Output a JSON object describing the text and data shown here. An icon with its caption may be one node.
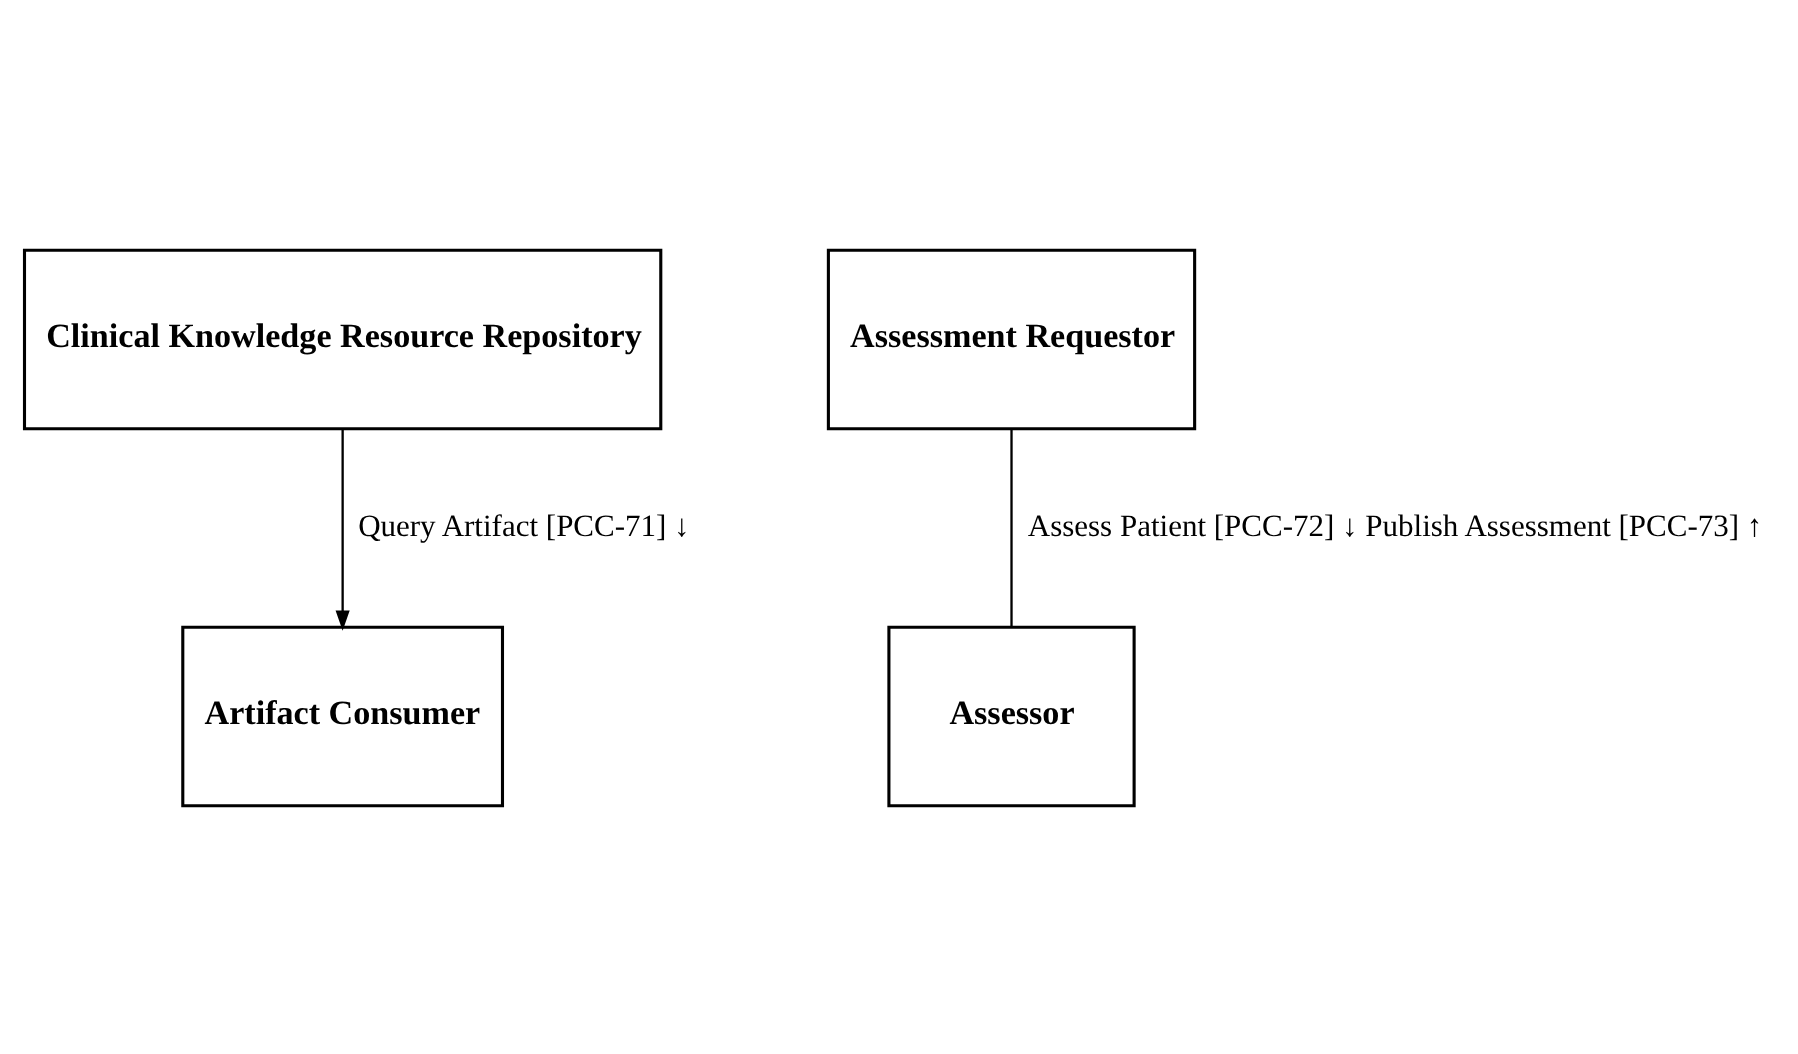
{
  "diagram": {
    "nodes": [
      {
        "text": [
          "Clinical Knowledge Resource Repository"
        ]
      },
      {
        "text": [
          "Artifact Consumer"
        ]
      },
      {
        "text": [
          "Assessment Requestor"
        ]
      },
      {
        "text": [
          "Assessor"
        ]
      }
    ],
    "edges": [
      {
        "from": 0,
        "to": 1,
        "arrow": "to",
        "label": "Query Artifact [PCC-71] ↓"
      },
      {
        "from": 2,
        "to": 3,
        "arrow": "none",
        "label": "Assess Patient [PCC-72] ↓ Publish Assessment [PCC-73] ↑"
      }
    ]
  }
}
